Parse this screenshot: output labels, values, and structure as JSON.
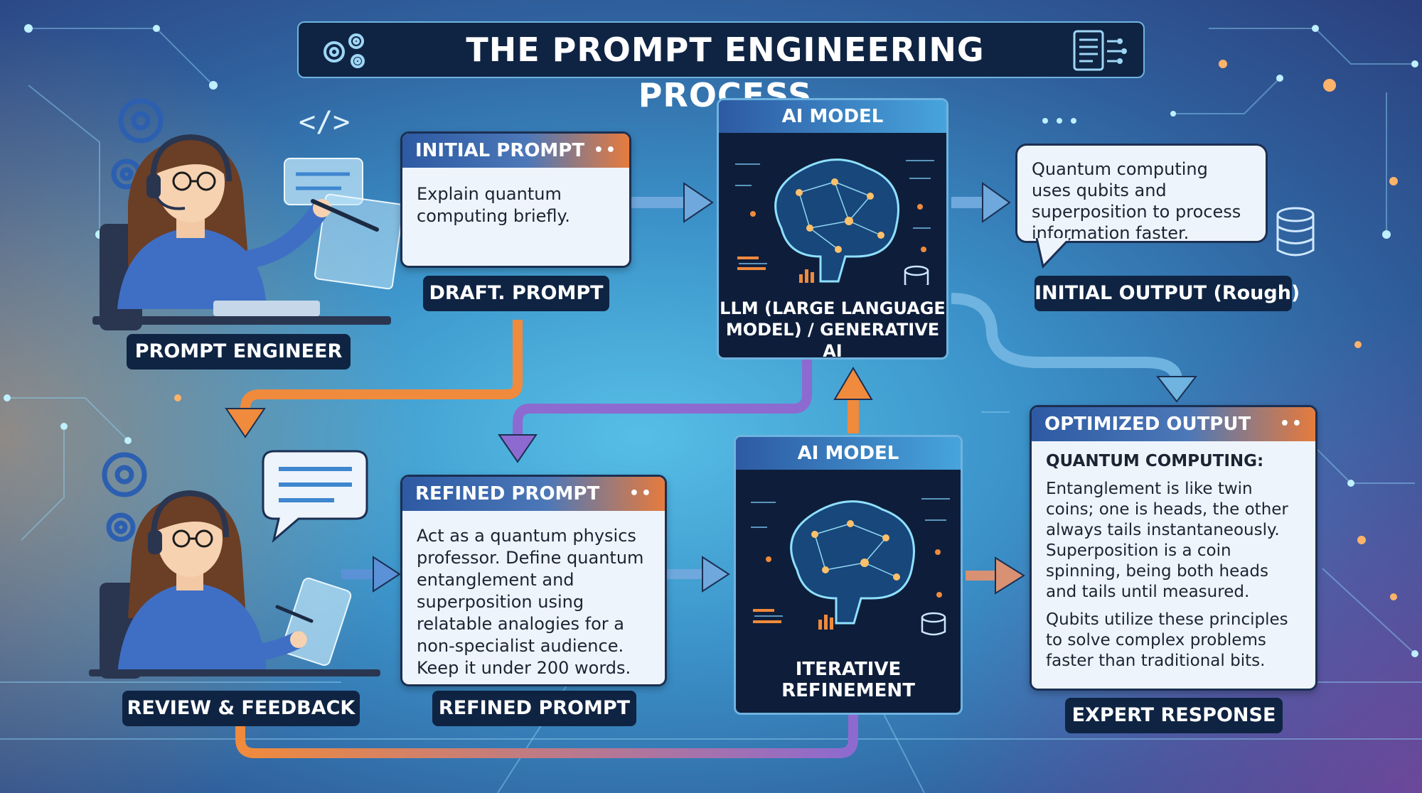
{
  "title": "THE PROMPT ENGINEERING PROCESS",
  "labels": {
    "prompt_engineer": "PROMPT ENGINEER",
    "draft_prompt": "DRAFT. PROMPT",
    "initial_output": "INITIAL OUTPUT (Rough)",
    "review_feedback": "REVIEW & FEEDBACK",
    "refined_prompt": "REFINED PROMPT",
    "expert_response": "EXPERT RESPONSE"
  },
  "initial_prompt": {
    "header": "INITIAL PROMPT",
    "text": "Explain quantum computing briefly."
  },
  "refined_prompt": {
    "header": "REFINED PROMPT",
    "text": "Act as a quantum physics professor. Define quantum entanglement and superposition using relatable analogies for a non-specialist audience. Keep it under 200 words."
  },
  "ai_model_top": {
    "header": "AI MODEL",
    "caption": "LLM (LARGE LANGUAGE MODEL) / GENERATIVE AI"
  },
  "ai_model_bottom": {
    "header": "AI MODEL",
    "caption": "ITERATIVE REFINEMENT"
  },
  "initial_output": {
    "text": "Quantum computing uses qubits and superposition to process information faster."
  },
  "optimized_output": {
    "header": "OPTIMIZED OUTPUT",
    "heading": "QUANTUM COMPUTING:",
    "paragraph1": "Entanglement is like twin coins; one is heads, the other always tails instantaneously. Superposition is a coin spinning, being both heads and tails until measured.",
    "paragraph2": "Qubits utilize these principles to solve complex problems faster than traditional bits."
  },
  "colors": {
    "navy": "#0f2443",
    "accent_orange": "#e67b3d",
    "accent_blue": "#2d5aa3",
    "arrow_purple": "#7a63c9",
    "card_bg": "#eef4fb"
  },
  "icons": [
    "gears-icon",
    "document-icon",
    "brain-icon",
    "database-icon",
    "code-icon",
    "chat-bubble-icon",
    "headset-icon"
  ]
}
